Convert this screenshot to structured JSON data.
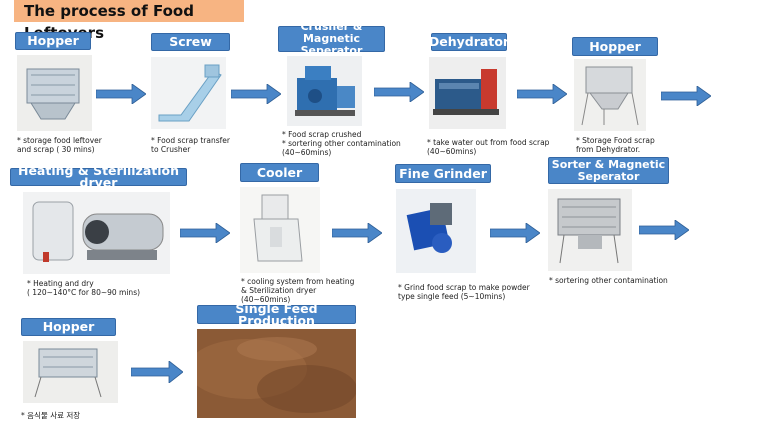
{
  "title": "The process of Food Leftovers",
  "steps": [
    {
      "label": "Hopper",
      "note": "* storage food leftover\nand scrap ( 30 mins)"
    },
    {
      "label": "Screw",
      "note": "* Food scrap transfer\nto Crusher"
    },
    {
      "label": "Crusher &\nMagnetic Seperator",
      "note": "* Food scrap crushed\n* sortering other contamination\n(40~60mins)"
    },
    {
      "label": "Dehydrator",
      "note": "* take water out from food scrap\n(40~60mins)"
    },
    {
      "label": "Hopper",
      "note": "* Storage Food scrap\nfrom Dehydrator."
    },
    {
      "label": "Heating & Sterilization dryer",
      "note": "* Heating and dry\n( 120~140°C for 80~90 mins)"
    },
    {
      "label": "Cooler",
      "note": "* cooling system from heating\n& Sterilization dryer\n(40~60mins)"
    },
    {
      "label": "Fine Grinder",
      "note": "* Grind food scrap to make powder\ntype single feed (5~10mins)"
    },
    {
      "label": "Sorter & Magnetic\nSeperator",
      "note": "* sortering other contamination"
    },
    {
      "label": "Hopper",
      "note": "* 음식물 사료 저장"
    },
    {
      "label": "Single Feed Production",
      "note": ""
    }
  ],
  "colors": {
    "label_bg": "#4a86c8",
    "arrow": "#4a86c8",
    "title_bg": "#f7b482"
  }
}
